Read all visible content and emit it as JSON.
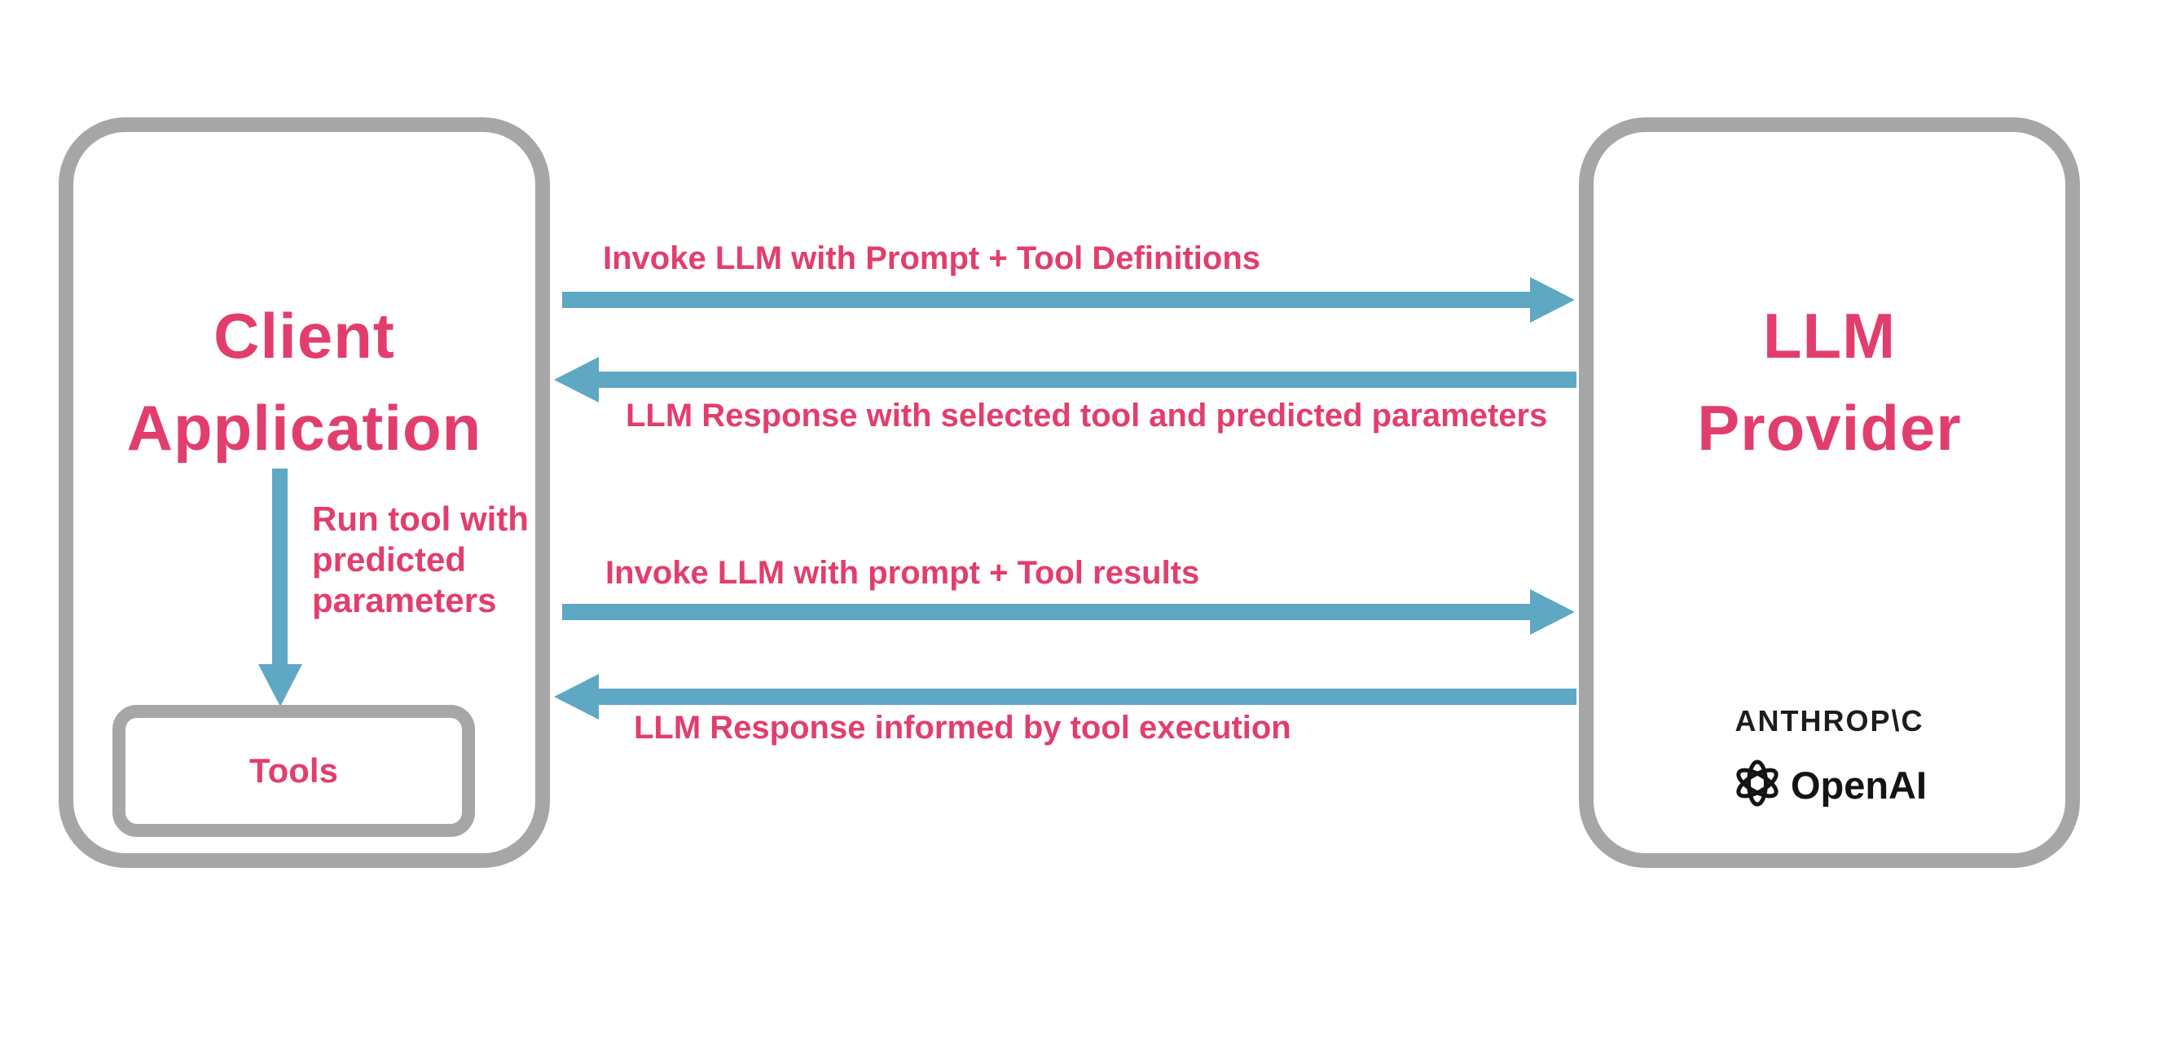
{
  "diagram": {
    "client_box": {
      "line1": "Client",
      "line2": "Application"
    },
    "tools_box": {
      "label": "Tools"
    },
    "llm_box": {
      "line1": "LLM",
      "line2": "Provider",
      "anthropic_wordmark": "ANTHROP\\C",
      "openai_wordmark": "OpenAI"
    },
    "run_tool_label": {
      "text": "Run tool with\npredicted\nparameters"
    },
    "arrows": [
      {
        "direction": "right",
        "label": "Invoke LLM with Prompt + Tool Definitions"
      },
      {
        "direction": "left",
        "label": "LLM Response with selected tool and predicted parameters"
      },
      {
        "direction": "right",
        "label": "Invoke LLM with prompt + Tool results"
      },
      {
        "direction": "left",
        "label": "LLM Response informed by tool execution"
      }
    ],
    "icons": {
      "openai_logo": "openai-flower-logo"
    },
    "colors": {
      "accent_pink": "#e23e6d",
      "arrow_blue": "#5fa8c4",
      "border_gray": "#a6a6a6",
      "logo_black": "#1d1d1d",
      "background": "#ffffff"
    }
  }
}
